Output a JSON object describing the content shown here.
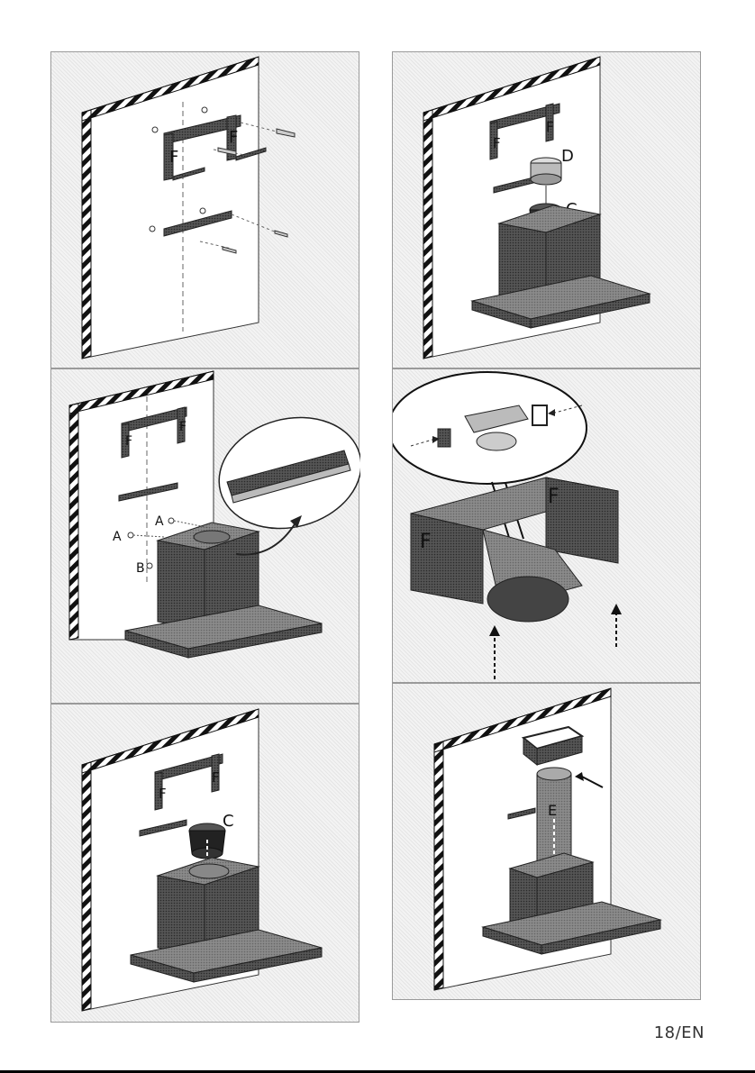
{
  "page": {
    "number": "18/EN"
  },
  "panels": {
    "p1": {
      "labels": {
        "f_left": "F",
        "f_right": "F"
      }
    },
    "p2": {
      "labels": {
        "f_left": "F",
        "f_right": "F",
        "a_left": "A",
        "a_right": "A",
        "b": "B"
      }
    },
    "p3": {
      "labels": {
        "f_left": "F",
        "f_right": "F",
        "c": "C"
      }
    },
    "p4": {
      "labels": {
        "f_left": "F",
        "f_right": "F",
        "d": "D",
        "c": "C"
      }
    },
    "p5": {
      "labels": {
        "f_left": "F",
        "f_right": "F"
      }
    },
    "p6": {
      "labels": {
        "e": "E"
      }
    }
  },
  "colors": {
    "wall_stripe": "#111111",
    "hood_fill": "#4a4a4a",
    "panel_border": "#9a9a9a"
  }
}
